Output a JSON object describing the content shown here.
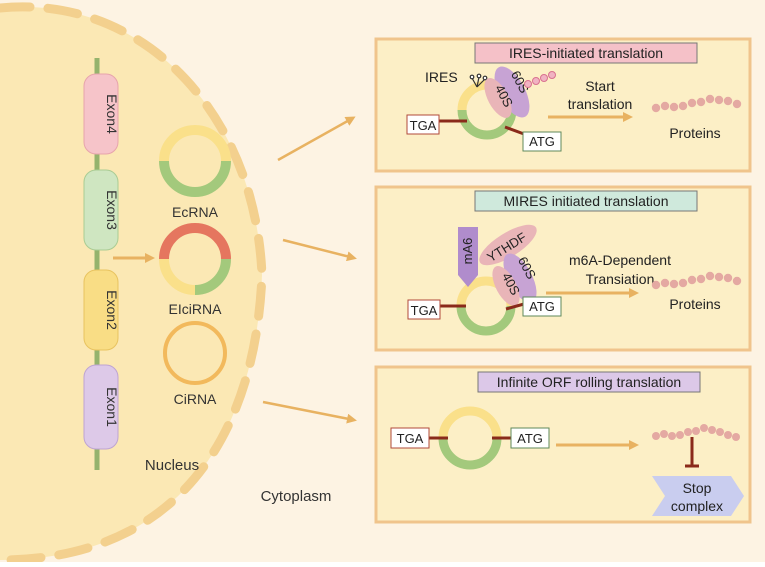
{
  "colors": {
    "background": "#fdf3e3",
    "nucleus_fill": "#fbe8b4",
    "nucleus_dash": "#f3d08e",
    "panel_fill": "#fcefc6",
    "panel_border": "#f0c48c",
    "exon4": "#f6c4c9",
    "exon3": "#cfe6c1",
    "exon2": "#f9dd85",
    "exon1": "#ddc9e8",
    "stem": "#95b36d",
    "ring_green": "#a3c97c",
    "ring_yellow": "#fae08a",
    "ring_red": "#e5765f",
    "ring_orange": "#f2b95c",
    "arrow": "#e8b261",
    "codon_bar": "#8a2a1a",
    "protein_bead": "#e4a9a2",
    "ribosome_pink": "#e9b5b8",
    "ribosome_purple": "#c7a3d4",
    "ires_title": "#f5c1c8",
    "mires_title": "#cfe9dc",
    "orf_title": "#dcc8e8",
    "m6a_marker": "#b08ccc",
    "stop_complex": "#c9cdef"
  },
  "exons": [
    "Exon4",
    "Exon3",
    "Exon2",
    "Exon1"
  ],
  "rna_types": [
    "EcRNA",
    "EIciRNA",
    "CiRNA"
  ],
  "labels": {
    "nucleus": "Nucleus",
    "cytoplasm": "Cytoplasm"
  },
  "panels": [
    {
      "title": "IRES-initiated translation",
      "ires": "IRES",
      "ribosome_large": "60S",
      "ribosome_small": "40S",
      "stop_codon": "TGA",
      "start_codon": "ATG",
      "action_line1": "Start",
      "action_line2": "translation",
      "product": "Proteins"
    },
    {
      "title": "MIRES initiated translation",
      "marker": "mA6",
      "reader": "YTHDF",
      "ribosome_large": "60S",
      "ribosome_small": "40S",
      "stop_codon": "TGA",
      "start_codon": "ATG",
      "action_line1": "m6A-Dependent",
      "action_line2": "Transiation",
      "product": "Proteins"
    },
    {
      "title": "Infinite ORF rolling translation",
      "stop_codon": "TGA",
      "start_codon": "ATG",
      "stop_line1": "Stop",
      "stop_line2": "complex"
    }
  ]
}
